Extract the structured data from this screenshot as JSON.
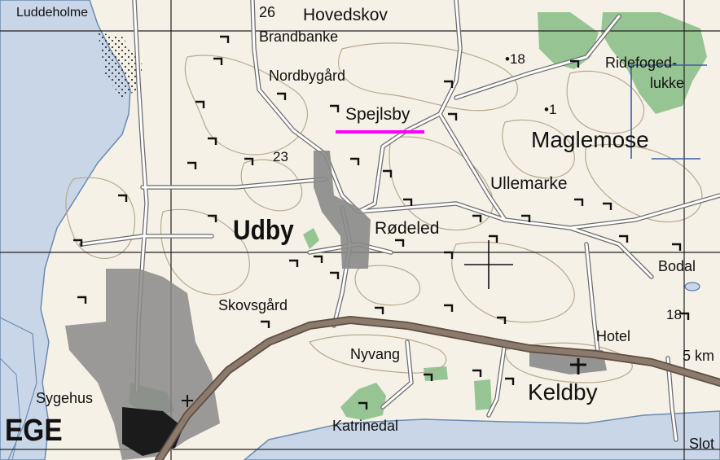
{
  "map": {
    "places": {
      "luddeholme": "Luddeholme",
      "hovedskov": "Hovedskov",
      "brandbanke": "Brandbanke",
      "nordbygard": "Nordbygård",
      "spejlsby": "Spejlsby",
      "maglemose": "Maglemose",
      "ridefoged": "Ridefoged-",
      "lukke": "lukke",
      "ullemarke": "Ullemarke",
      "udby": "Udby",
      "rodeled": "Rødeled",
      "bodal": "Bodal",
      "skovsgard": "Skovsgård",
      "nyvang": "Nyvang",
      "hotel": "Hotel",
      "km": "5 km",
      "keldby": "Keldby",
      "sygehus": "Sygehus",
      "stege": "EGE",
      "katrinedal": "Katrinedal",
      "slot": "Slot"
    },
    "elevations": {
      "e26": "26",
      "e18a": "•18",
      "e1": "•1",
      "e23": "23",
      "e18b": "18"
    },
    "highlight": {
      "place": "Spejlsby",
      "color": "#ff00ff"
    },
    "colors": {
      "water": "#c9d6e8",
      "forest": "#97c493",
      "road_main": "#8c7a6d",
      "contour": "#b7a98f",
      "urban": "#8a8a8a"
    }
  }
}
